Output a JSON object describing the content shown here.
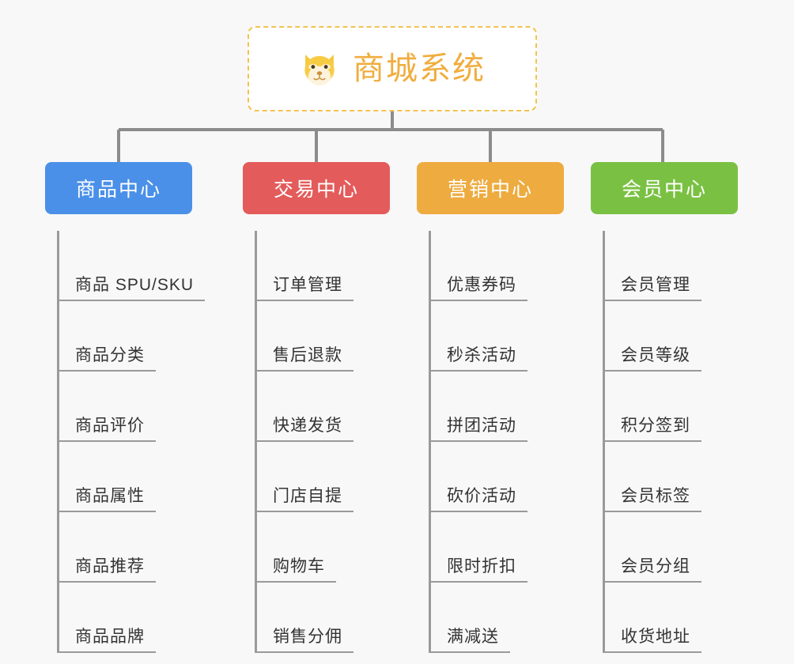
{
  "page": {
    "background_color": "#f8f8f8",
    "type": "mind-map"
  },
  "root": {
    "title": "商城系统",
    "icon": "shiba-dog-face-icon",
    "text_color": "#f0ad3e",
    "border_color": "#f3c34e",
    "background_color": "#ffffff"
  },
  "connector": {
    "color": "#8c8c8c"
  },
  "branches": [
    {
      "label": "商品中心",
      "color": "#4a90e8",
      "leaves": [
        {
          "label": "商品 SPU/SKU"
        },
        {
          "label": "商品分类"
        },
        {
          "label": "商品评价"
        },
        {
          "label": "商品属性"
        },
        {
          "label": "商品推荐"
        },
        {
          "label": "商品品牌"
        }
      ]
    },
    {
      "label": "交易中心",
      "color": "#e45b5b",
      "leaves": [
        {
          "label": "订单管理"
        },
        {
          "label": "售后退款"
        },
        {
          "label": "快递发货"
        },
        {
          "label": "门店自提"
        },
        {
          "label": "购物车"
        },
        {
          "label": "销售分佣"
        }
      ]
    },
    {
      "label": "营销中心",
      "color": "#eeab3f",
      "leaves": [
        {
          "label": "优惠券码"
        },
        {
          "label": "秒杀活动"
        },
        {
          "label": "拼团活动"
        },
        {
          "label": "砍价活动"
        },
        {
          "label": "限时折扣"
        },
        {
          "label": "满减送"
        }
      ]
    },
    {
      "label": "会员中心",
      "color": "#7ac143",
      "leaves": [
        {
          "label": "会员管理"
        },
        {
          "label": "会员等级"
        },
        {
          "label": "积分签到"
        },
        {
          "label": "会员标签"
        },
        {
          "label": "会员分组"
        },
        {
          "label": "收货地址"
        }
      ]
    }
  ]
}
